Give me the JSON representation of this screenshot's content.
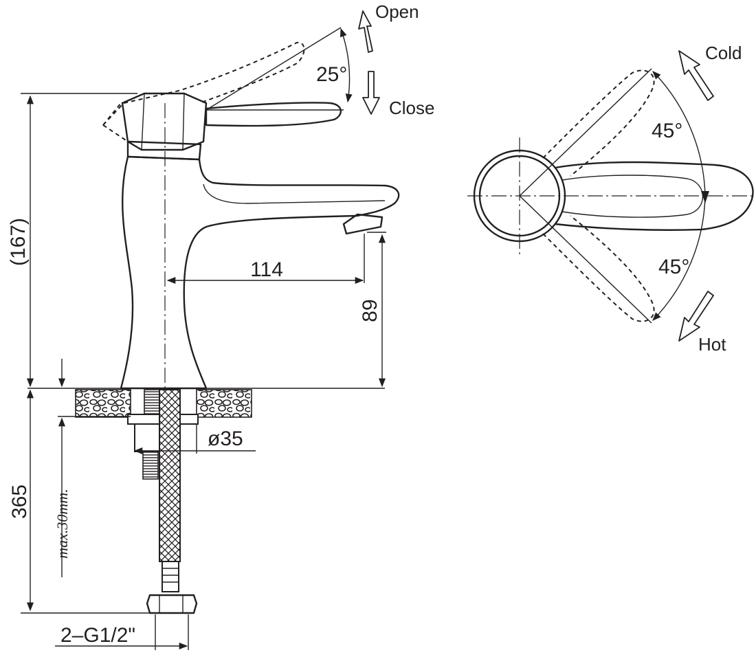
{
  "side_view": {
    "dim_height": "(167)",
    "dim_spout_reach": "114",
    "dim_spout_height": "89",
    "dim_diameter": "ø35",
    "dim_hose_length": "365",
    "dim_max_thickness": "max.30mm.",
    "dim_thread": "2–G1/2\"",
    "lever_angle": "25°",
    "label_open": "Open",
    "label_close": "Close"
  },
  "top_view": {
    "angle_cold": "45°",
    "angle_hot": "45°",
    "label_cold": "Cold",
    "label_hot": "Hot"
  }
}
